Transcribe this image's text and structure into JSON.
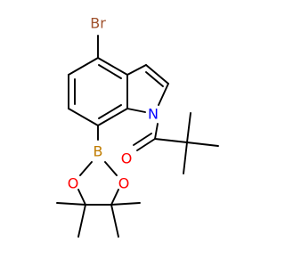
{
  "molecule": {
    "atoms": {
      "bromine": {
        "symbol": "Br",
        "color": "#a0522d"
      },
      "nitrogen": {
        "symbol": "N",
        "color": "#0000ff"
      },
      "boron": {
        "symbol": "B",
        "color": "#c07c00"
      },
      "oxygen_ring_left": {
        "symbol": "O",
        "color": "#ff0000"
      },
      "oxygen_ring_right": {
        "symbol": "O",
        "color": "#ff0000"
      },
      "oxygen_carbonyl": {
        "symbol": "O",
        "color": "#ff0000"
      }
    },
    "bond_color": "#000000",
    "background": "#ffffff"
  }
}
